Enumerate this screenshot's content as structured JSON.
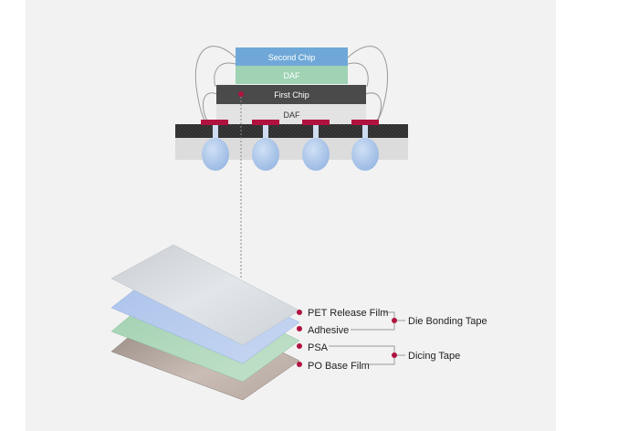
{
  "stack": {
    "second_chip": "Second Chip",
    "daf_top": "DAF",
    "first_chip": "First Chip",
    "daf_bottom": "DAF"
  },
  "layers": [
    "PET Release Film",
    "Adhesive",
    "PSA",
    "PO Base Film"
  ],
  "groups": {
    "die_bonding_tape": "Die Bonding Tape",
    "dicing_tape": "Dicing Tape"
  },
  "colors": {
    "background": "#f2f2f2",
    "second_chip": "#6fa8d8",
    "daf_top": "#9fd3b4",
    "first_chip": "#4a4a4a",
    "daf_bottom": "#e3e3e3",
    "substrate": "#333333",
    "pads": "#b0123f",
    "solder_balls": "#a9c6ea",
    "accent_dot": "#b0123f"
  }
}
